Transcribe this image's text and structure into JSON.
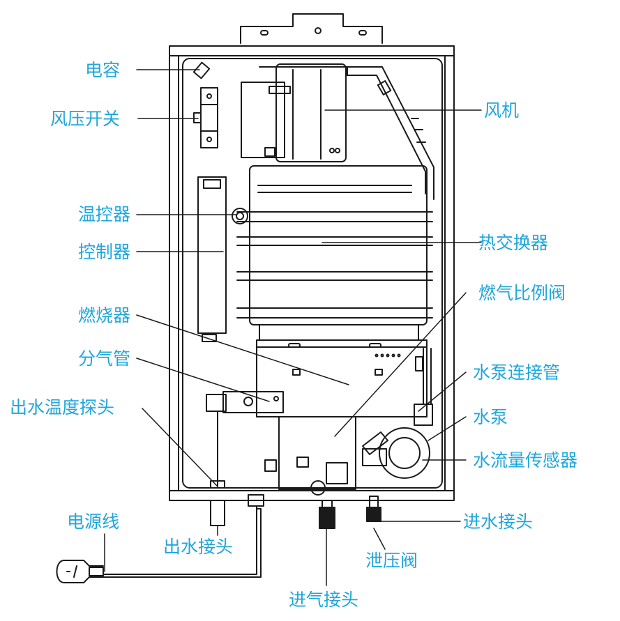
{
  "labels": {
    "capacitor": "电容",
    "air_pressure_switch": "风压开关",
    "fan": "风机",
    "thermostat": "温控器",
    "controller": "控制器",
    "heat_exchanger": "热交换器",
    "burner": "燃烧器",
    "gas_proportional_valve": "燃气比例阀",
    "gas_manifold": "分气管",
    "pump_connecting_pipe": "水泵连接管",
    "outlet_temp_probe": "出水温度探头",
    "pump": "水泵",
    "water_flow_sensor": "水流量传感器",
    "power_cord": "电源线",
    "water_inlet_connector": "进水接头",
    "water_outlet_connector": "出水接头",
    "pressure_relief_valve": "泄压阀",
    "gas_inlet_connector": "进气接头"
  },
  "colors": {
    "label": "#1fa6dc",
    "line": "#1a1a1a",
    "fill": "#ffffff"
  }
}
